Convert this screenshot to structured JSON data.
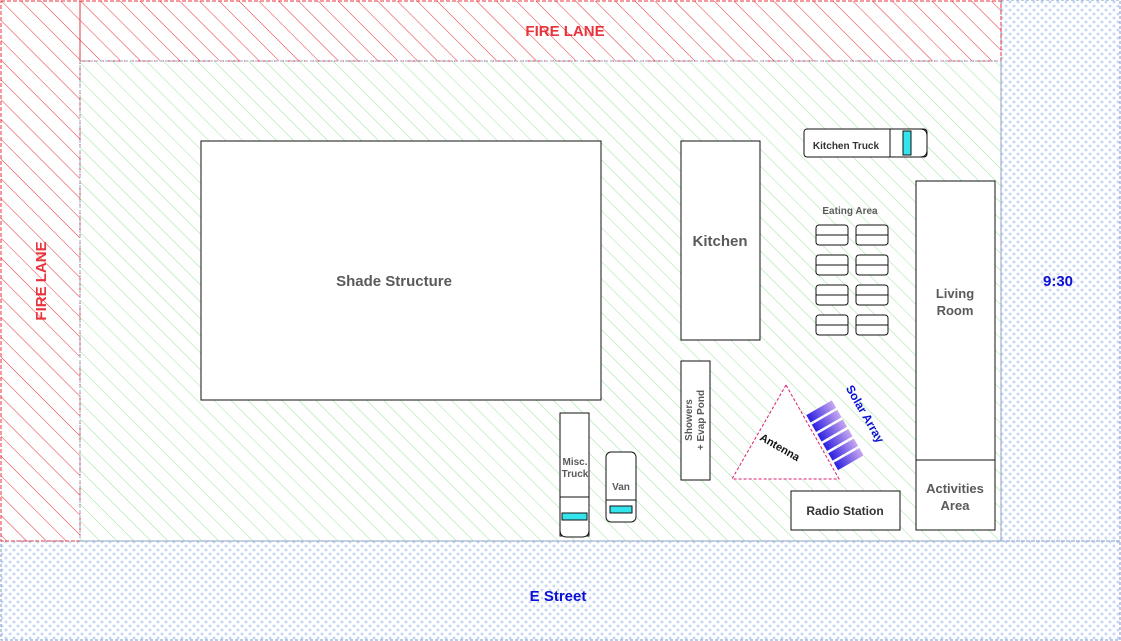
{
  "colors": {
    "fire_lane": "#e8333b",
    "lot_stripe": "#9be29b",
    "street_dot": "#c7d8f2",
    "label_gray": "#5a5a5a",
    "blue_label": "#0b10d6",
    "vehicle_glass": "#34e4ec",
    "antenna_border": "#e0186e"
  },
  "fire_lane_top": {
    "label": "FIRE LANE"
  },
  "fire_lane_left": {
    "label": "FIRE LANE"
  },
  "time_label": "9:30",
  "street": {
    "label": "E Street"
  },
  "areas": {
    "shade_structure": "Shade Structure",
    "kitchen": "Kitchen",
    "kitchen_truck": "Kitchen Truck",
    "eating_area": "Eating Area",
    "living_room_line1": "Living",
    "living_room_line2": "Room",
    "activities_line1": "Activities",
    "activities_line2": "Area",
    "showers_line1": "Showers",
    "showers_line2": "+ Evap Pond",
    "antenna": "Antenna",
    "solar_array": "Solar Array",
    "radio_station": "Radio Station",
    "misc_truck_line1": "Misc.",
    "misc_truck_line2": "Truck",
    "van": "Van"
  }
}
